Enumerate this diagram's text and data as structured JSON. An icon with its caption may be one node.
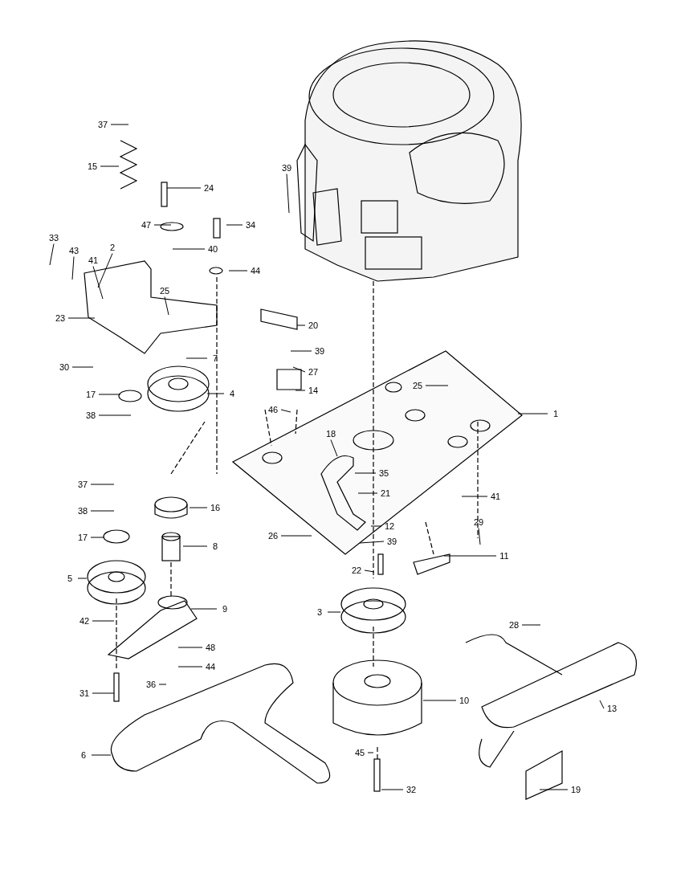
{
  "diagram": {
    "nodes": [
      {
        "text": [
          "37"
        ]
      },
      {
        "text": [
          "15"
        ]
      },
      {
        "text": [
          "24"
        ]
      },
      {
        "text": [
          "39"
        ]
      },
      {
        "text": [
          "47"
        ]
      },
      {
        "text": [
          "34"
        ]
      },
      {
        "text": [
          "40"
        ]
      },
      {
        "text": [
          "33"
        ]
      },
      {
        "text": [
          "43"
        ]
      },
      {
        "text": [
          "2"
        ]
      },
      {
        "text": [
          "41"
        ]
      },
      {
        "text": [
          "44"
        ]
      },
      {
        "text": [
          "25"
        ]
      },
      {
        "text": [
          "23"
        ]
      },
      {
        "text": [
          "20"
        ]
      },
      {
        "text": [
          "39"
        ]
      },
      {
        "text": [
          "30"
        ]
      },
      {
        "text": [
          "7"
        ]
      },
      {
        "text": [
          "27"
        ]
      },
      {
        "text": [
          "17"
        ]
      },
      {
        "text": [
          "4"
        ]
      },
      {
        "text": [
          "14"
        ]
      },
      {
        "text": [
          "25"
        ]
      },
      {
        "text": [
          "38"
        ]
      },
      {
        "text": [
          "46"
        ]
      },
      {
        "text": [
          "1"
        ]
      },
      {
        "text": [
          "18"
        ]
      },
      {
        "text": [
          "35"
        ]
      },
      {
        "text": [
          "37"
        ]
      },
      {
        "text": [
          "21"
        ]
      },
      {
        "text": [
          "16"
        ]
      },
      {
        "text": [
          "41"
        ]
      },
      {
        "text": [
          "38"
        ]
      },
      {
        "text": [
          "29"
        ]
      },
      {
        "text": [
          "12"
        ]
      },
      {
        "text": [
          "26"
        ]
      },
      {
        "text": [
          "17"
        ]
      },
      {
        "text": [
          "8"
        ]
      },
      {
        "text": [
          "39"
        ]
      },
      {
        "text": [
          "22"
        ]
      },
      {
        "text": [
          "11"
        ]
      },
      {
        "text": [
          "5"
        ]
      },
      {
        "text": [
          "9"
        ]
      },
      {
        "text": [
          "3"
        ]
      },
      {
        "text": [
          "28"
        ]
      },
      {
        "text": [
          "42"
        ]
      },
      {
        "text": [
          "48"
        ]
      },
      {
        "text": [
          "44"
        ]
      },
      {
        "text": [
          "36"
        ]
      },
      {
        "text": [
          "10"
        ]
      },
      {
        "text": [
          "31"
        ]
      },
      {
        "text": [
          "13"
        ]
      },
      {
        "text": [
          "6"
        ]
      },
      {
        "text": [
          "45"
        ]
      },
      {
        "text": [
          "32"
        ]
      },
      {
        "text": [
          "19"
        ]
      }
    ],
    "edges": [
      {
        "from": 0,
        "to": null,
        "arrow": "none"
      },
      {
        "from": 1,
        "to": null,
        "arrow": "none"
      },
      {
        "from": 2,
        "to": null,
        "arrow": "none"
      },
      {
        "from": 3,
        "to": null,
        "arrow": "none"
      },
      {
        "from": 4,
        "to": null,
        "arrow": "none"
      },
      {
        "from": 5,
        "to": null,
        "arrow": "none"
      },
      {
        "from": 6,
        "to": null,
        "arrow": "none"
      },
      {
        "from": 7,
        "to": null,
        "arrow": "none"
      },
      {
        "from": 8,
        "to": null,
        "arrow": "none"
      },
      {
        "from": 9,
        "to": null,
        "arrow": "none"
      },
      {
        "from": 10,
        "to": null,
        "arrow": "none"
      },
      {
        "from": 11,
        "to": null,
        "arrow": "none"
      },
      {
        "from": 12,
        "to": null,
        "arrow": "none"
      },
      {
        "from": 13,
        "to": null,
        "arrow": "none"
      },
      {
        "from": 14,
        "to": null,
        "arrow": "none"
      },
      {
        "from": 15,
        "to": null,
        "arrow": "none"
      },
      {
        "from": 16,
        "to": null,
        "arrow": "none"
      },
      {
        "from": 17,
        "to": null,
        "arrow": "none"
      },
      {
        "from": 18,
        "to": null,
        "arrow": "none"
      },
      {
        "from": 19,
        "to": null,
        "arrow": "none"
      },
      {
        "from": 20,
        "to": null,
        "arrow": "none"
      },
      {
        "from": 21,
        "to": null,
        "arrow": "none"
      },
      {
        "from": 22,
        "to": null,
        "arrow": "none"
      },
      {
        "from": 23,
        "to": null,
        "arrow": "none"
      },
      {
        "from": 24,
        "to": null,
        "arrow": "none"
      },
      {
        "from": 25,
        "to": null,
        "arrow": "none"
      },
      {
        "from": 26,
        "to": null,
        "arrow": "none"
      },
      {
        "from": 27,
        "to": null,
        "arrow": "none"
      },
      {
        "from": 28,
        "to": null,
        "arrow": "none"
      },
      {
        "from": 29,
        "to": null,
        "arrow": "none"
      },
      {
        "from": 30,
        "to": null,
        "arrow": "none"
      },
      {
        "from": 31,
        "to": null,
        "arrow": "none"
      },
      {
        "from": 32,
        "to": null,
        "arrow": "none"
      },
      {
        "from": 33,
        "to": null,
        "arrow": "none"
      },
      {
        "from": 34,
        "to": null,
        "arrow": "none"
      },
      {
        "from": 35,
        "to": null,
        "arrow": "none"
      },
      {
        "from": 36,
        "to": null,
        "arrow": "none"
      },
      {
        "from": 37,
        "to": null,
        "arrow": "none"
      },
      {
        "from": 38,
        "to": null,
        "arrow": "none"
      },
      {
        "from": 39,
        "to": null,
        "arrow": "none"
      },
      {
        "from": 40,
        "to": null,
        "arrow": "none"
      },
      {
        "from": 41,
        "to": null,
        "arrow": "none"
      },
      {
        "from": 42,
        "to": null,
        "arrow": "none"
      },
      {
        "from": 43,
        "to": null,
        "arrow": "none"
      },
      {
        "from": 44,
        "to": null,
        "arrow": "none"
      },
      {
        "from": 45,
        "to": null,
        "arrow": "none"
      },
      {
        "from": 46,
        "to": null,
        "arrow": "none"
      },
      {
        "from": 47,
        "to": null,
        "arrow": "none"
      },
      {
        "from": 48,
        "to": null,
        "arrow": "none"
      },
      {
        "from": 49,
        "to": null,
        "arrow": "none"
      },
      {
        "from": 50,
        "to": null,
        "arrow": "none"
      },
      {
        "from": 51,
        "to": null,
        "arrow": "none"
      },
      {
        "from": 52,
        "to": null,
        "arrow": "none"
      },
      {
        "from": 53,
        "to": null,
        "arrow": "none"
      },
      {
        "from": 54,
        "to": null,
        "arrow": "none"
      },
      {
        "from": 55,
        "to": null,
        "arrow": "none"
      }
    ]
  }
}
